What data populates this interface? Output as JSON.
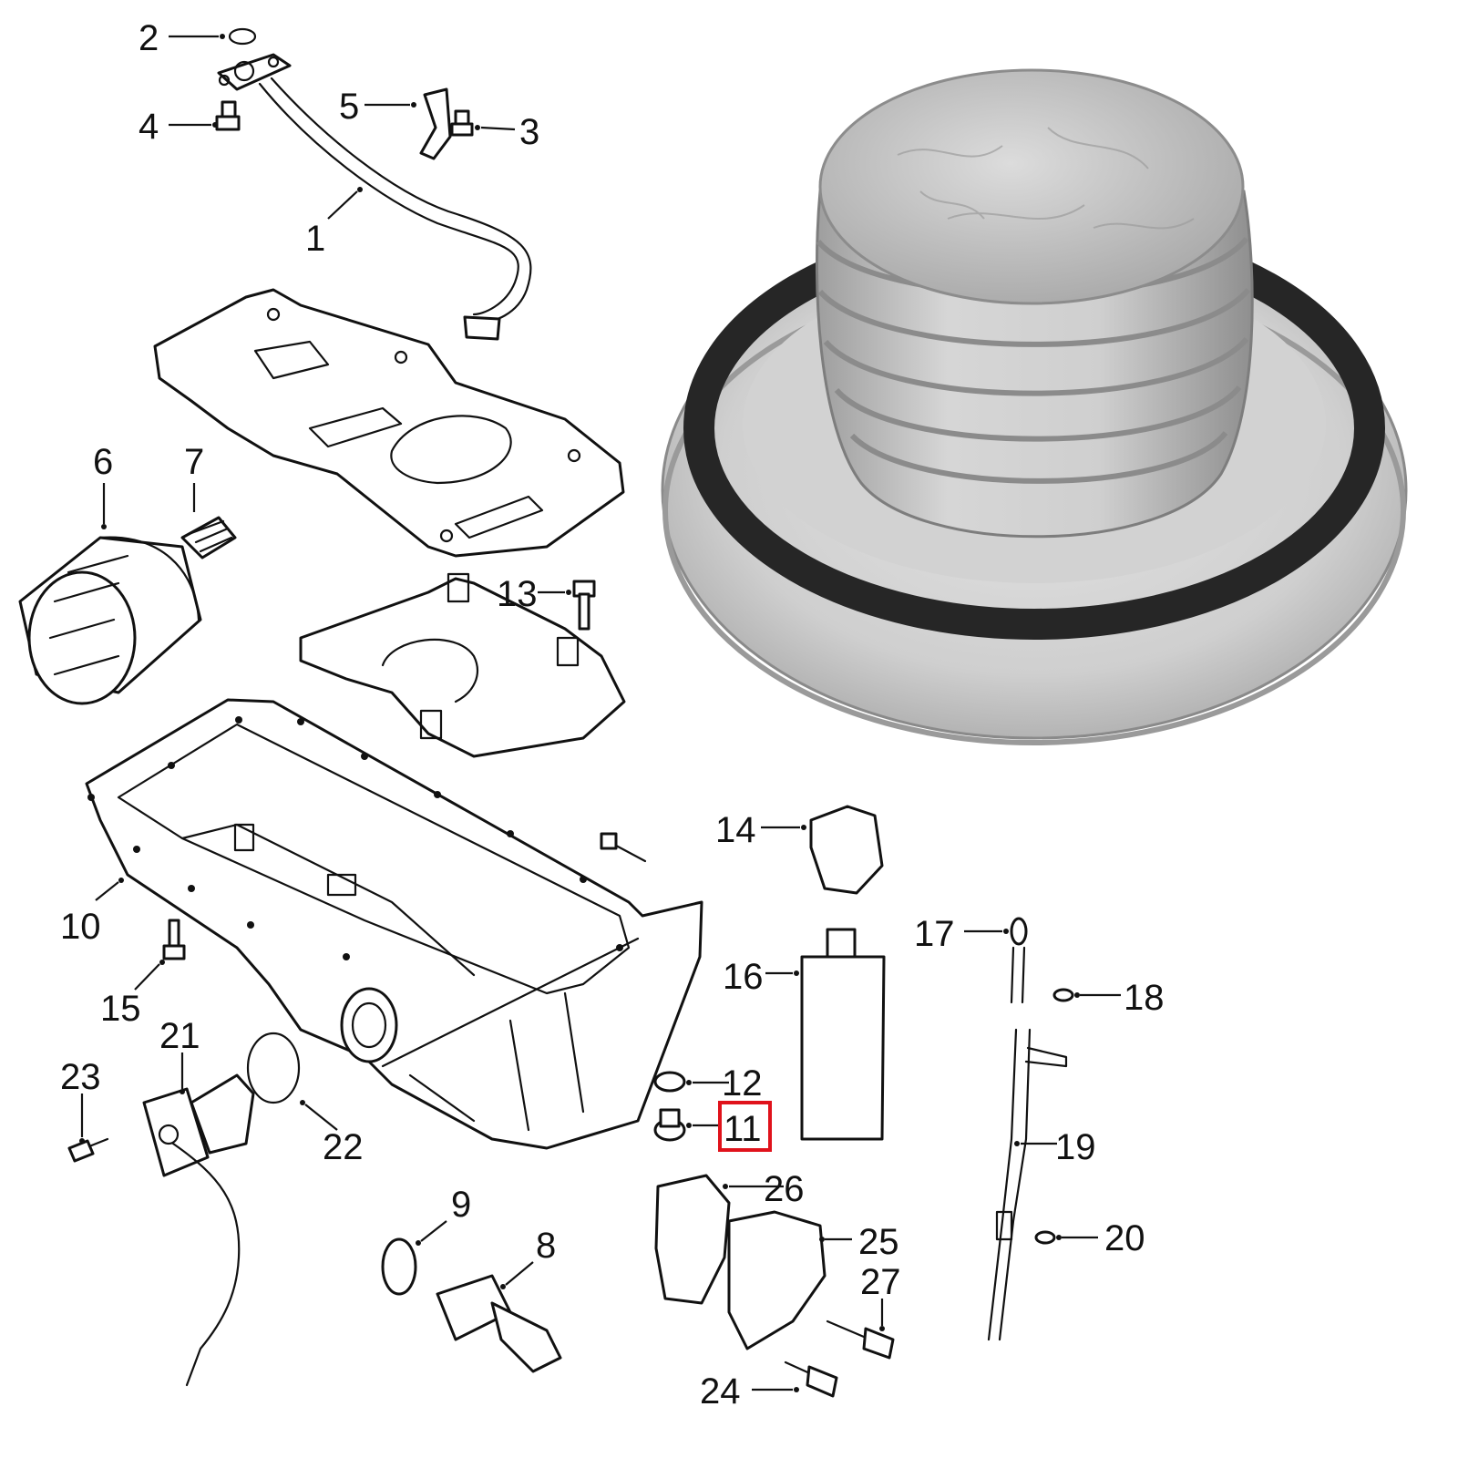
{
  "diagram": {
    "highlighted_part": "11",
    "highlight_color": "#e0121b",
    "callouts": [
      {
        "label": "1"
      },
      {
        "label": "2"
      },
      {
        "label": "3"
      },
      {
        "label": "4"
      },
      {
        "label": "5"
      },
      {
        "label": "6"
      },
      {
        "label": "7"
      },
      {
        "label": "8"
      },
      {
        "label": "9"
      },
      {
        "label": "10"
      },
      {
        "label": "11"
      },
      {
        "label": "12"
      },
      {
        "label": "13"
      },
      {
        "label": "14"
      },
      {
        "label": "15"
      },
      {
        "label": "16"
      },
      {
        "label": "17"
      },
      {
        "label": "18"
      },
      {
        "label": "19"
      },
      {
        "label": "20"
      },
      {
        "label": "21"
      },
      {
        "label": "22"
      },
      {
        "label": "23"
      },
      {
        "label": "24"
      },
      {
        "label": "25"
      },
      {
        "label": "26"
      },
      {
        "label": "27"
      }
    ]
  },
  "product_photo": {
    "subject": "oil-drain-plug-with-seal",
    "colors": {
      "metal": "#c9c9c9",
      "seal": "#2a2a2a"
    }
  }
}
